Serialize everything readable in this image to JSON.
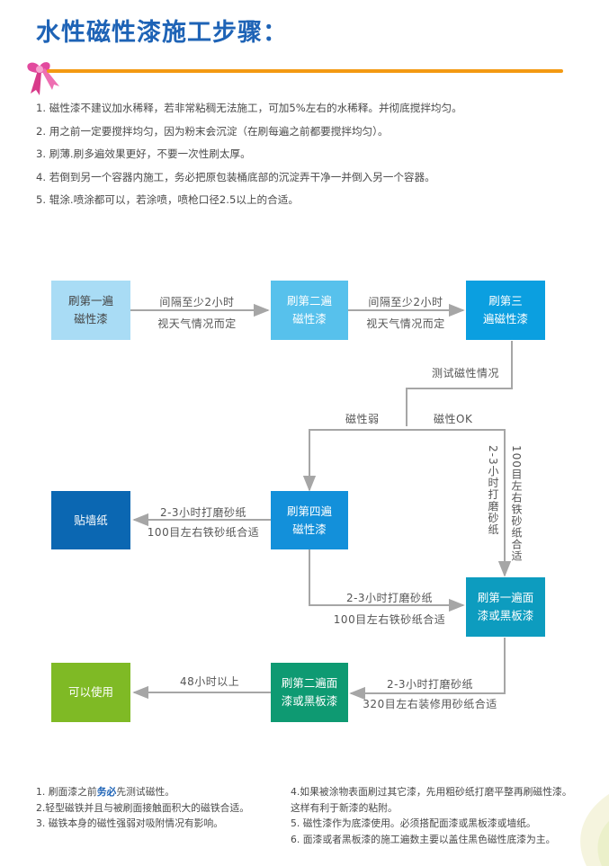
{
  "title": "水性磁性漆施工步骤：",
  "steps": [
    "1. 磁性漆不建议加水稀释，若非常粘稠无法施工，可加5%左右的水稀释。并彻底搅拌均匀。",
    "2. 用之前一定要搅拌均匀，因为粉末会沉淀（在刷每遍之前都要搅拌均匀）。",
    "3. 刷薄.刷多遍效果更好，不要一次性刷太厚。",
    "4. 若倒到另一个容器内施工，务必把原包装桶底部的沉淀弄干净一并倒入另一个容器。",
    "5. 辊涂.喷涂都可以，若涂喷，喷枪口径2.5以上的合适。"
  ],
  "flow": {
    "box1": [
      "刷第一遍",
      "磁性漆"
    ],
    "box2": [
      "刷第二遍",
      "磁性漆"
    ],
    "box3": [
      "刷第三",
      "遍磁性漆"
    ],
    "box4": [
      "刷第四遍",
      "磁性漆"
    ],
    "box5": [
      "贴墙纸"
    ],
    "box6": [
      "刷第一遍面",
      "漆或黑板漆"
    ],
    "box7": [
      "可以使用"
    ],
    "box8": [
      "刷第二遍面",
      "漆或黑板漆"
    ],
    "interval": [
      "间隔至少2小时",
      "视天气情况而定"
    ],
    "interval2": [
      "间隔至少2小时",
      "视天气情况而定"
    ],
    "test": "测试磁性情况",
    "weak": "磁性弱",
    "ok": "磁性OK",
    "sand_left": [
      "2-3小时打磨砂纸",
      "100目左右铁砂纸合适"
    ],
    "sand_mid": [
      "2-3小时打磨砂纸",
      "100目左右铁砂纸合适"
    ],
    "sand_vert_a": "2-3小时打磨砂纸",
    "sand_vert_b": "100目左右铁砂纸合适",
    "hours48": "48小时以上",
    "sand_bottom": [
      "2-3小时打磨砂纸",
      "320目左右装修用砂纸合适"
    ]
  },
  "notes_left": {
    "n1_pre": "1. 刷面漆之前",
    "n1_em": "务必",
    "n1_post": "先测试磁性。",
    "n2": "2.轻型磁铁并且与被刷面接触面积大的磁铁合适。",
    "n3": "3. 磁铁本身的磁性强弱对吸附情况有影响。"
  },
  "notes_right": {
    "n4": "4.如果被涂物表面刷过其它漆，先用粗砂纸打磨平整再刷磁性漆。这样有利于新漆的粘附。",
    "n5": "5. 磁性漆作为底漆使用。必须搭配面漆或黑板漆或墙纸。",
    "n6": "6. 面漆或者黑板漆的施工遍数主要以盖住黑色磁性底漆为主。"
  },
  "colors": {
    "title": "#1e63b6",
    "bar": "#f39a12",
    "box1": "#a9dcf5",
    "box2": "#57c1ec",
    "box3": "#0b9fe0",
    "box4": "#1390da",
    "box5": "#0b67b2",
    "box6": "#0d9cbf",
    "box7": "#7fba25",
    "box8": "#0e9a72",
    "line": "#a6a6a6"
  }
}
